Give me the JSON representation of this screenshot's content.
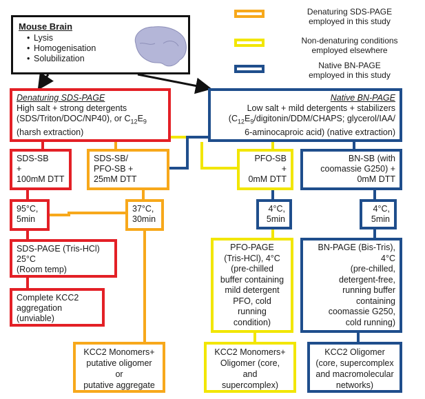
{
  "source_box": {
    "title": "Mouse Brain",
    "items": [
      "Lysis",
      "Homogenisation",
      "Solubilization"
    ]
  },
  "legend": [
    {
      "label_1": "Denaturing SDS-PAGE",
      "label_2": "employed in this study",
      "color": "#f7a81b"
    },
    {
      "label_1": "Non-denaturing conditions",
      "label_2": "employed elsewhere",
      "color": "#f2e600"
    },
    {
      "label_1": "Native BN-PAGE",
      "label_2": "employed in this study",
      "color": "#1f4e8c"
    }
  ],
  "denaturing": {
    "title": "Denaturing SDS-PAGE",
    "line1": "High salt + strong detergents",
    "line2": "(SDS/Triton/DOC/NP40), or C",
    "line2_sub1": "12",
    "line2_mid": "E",
    "line2_sub2": "9",
    "line3": "(harsh extraction)"
  },
  "native": {
    "title": "Native BN-PAGE",
    "line1": "Low salt + mild detergents + stabilizers",
    "line2_pre": "(C",
    "line2_sub1": "12",
    "line2_mid": "E",
    "line2_sub2": "9",
    "line2_post": "/digitonin/DDM/CHAPS; glycerol/IAA/",
    "line3": "6-aminocaproic acid) (native extraction)"
  },
  "buffers": {
    "sds_sb": [
      "SDS-SB",
      "+",
      "100mM DTT"
    ],
    "sds_pfo_sb": [
      "SDS-SB/",
      "PFO-SB +",
      "25mM DTT"
    ],
    "pfo_sb": [
      "PFO-SB",
      "+",
      "0mM DTT"
    ],
    "bn_sb": [
      "BN-SB (with",
      "coomassie G250) +",
      "0mM DTT"
    ]
  },
  "temps": {
    "t95": [
      "95°C,",
      "5min"
    ],
    "t37": [
      "37°C,",
      "30min"
    ],
    "t4a": [
      "4°C,",
      "5min"
    ],
    "t4b": [
      "4°C,",
      "5min"
    ]
  },
  "gels": {
    "sds_page": [
      "SDS-PAGE (Tris-HCl)",
      "25°C",
      "(Room temp)"
    ],
    "pfo_page": [
      "PFO-PAGE",
      "(Tris-HCl), 4°C",
      "(pre-chilled",
      "buffer containing",
      "mild detergent",
      "PFO, cold",
      "running",
      "condition)"
    ],
    "bn_page": [
      "BN-PAGE (Bis-Tris),",
      "4°C",
      "(pre-chilled,",
      "detergent-free,",
      "running buffer",
      "containing",
      "coomassie G250,",
      "cold running)"
    ]
  },
  "results": {
    "complete": [
      "Complete KCC2",
      "aggregation",
      "(unviable)"
    ],
    "monomers_putative": [
      "KCC2 Monomers+",
      "putative oligomer",
      "or",
      "putative aggregate"
    ],
    "monomers_oligomer": [
      "KCC2 Monomers+",
      "Oligomer (core,",
      "and",
      "supercomplex)"
    ],
    "oligomer": [
      "KCC2 Oligomer",
      "(core, supercomplex",
      "and macromolecular",
      "networks)"
    ]
  }
}
